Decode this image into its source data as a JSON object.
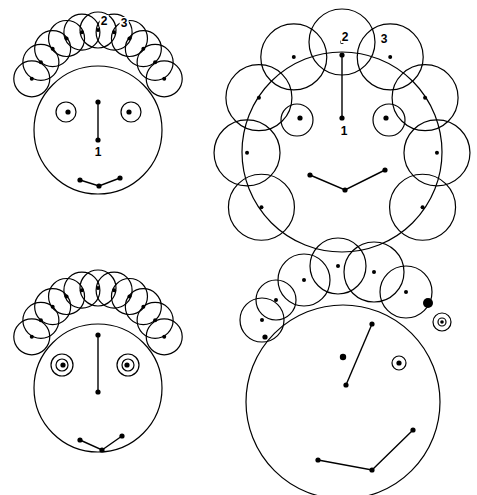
{
  "diagram": {
    "labels": [
      "2",
      "3",
      "1",
      "2",
      "3",
      "1"
    ]
  }
}
